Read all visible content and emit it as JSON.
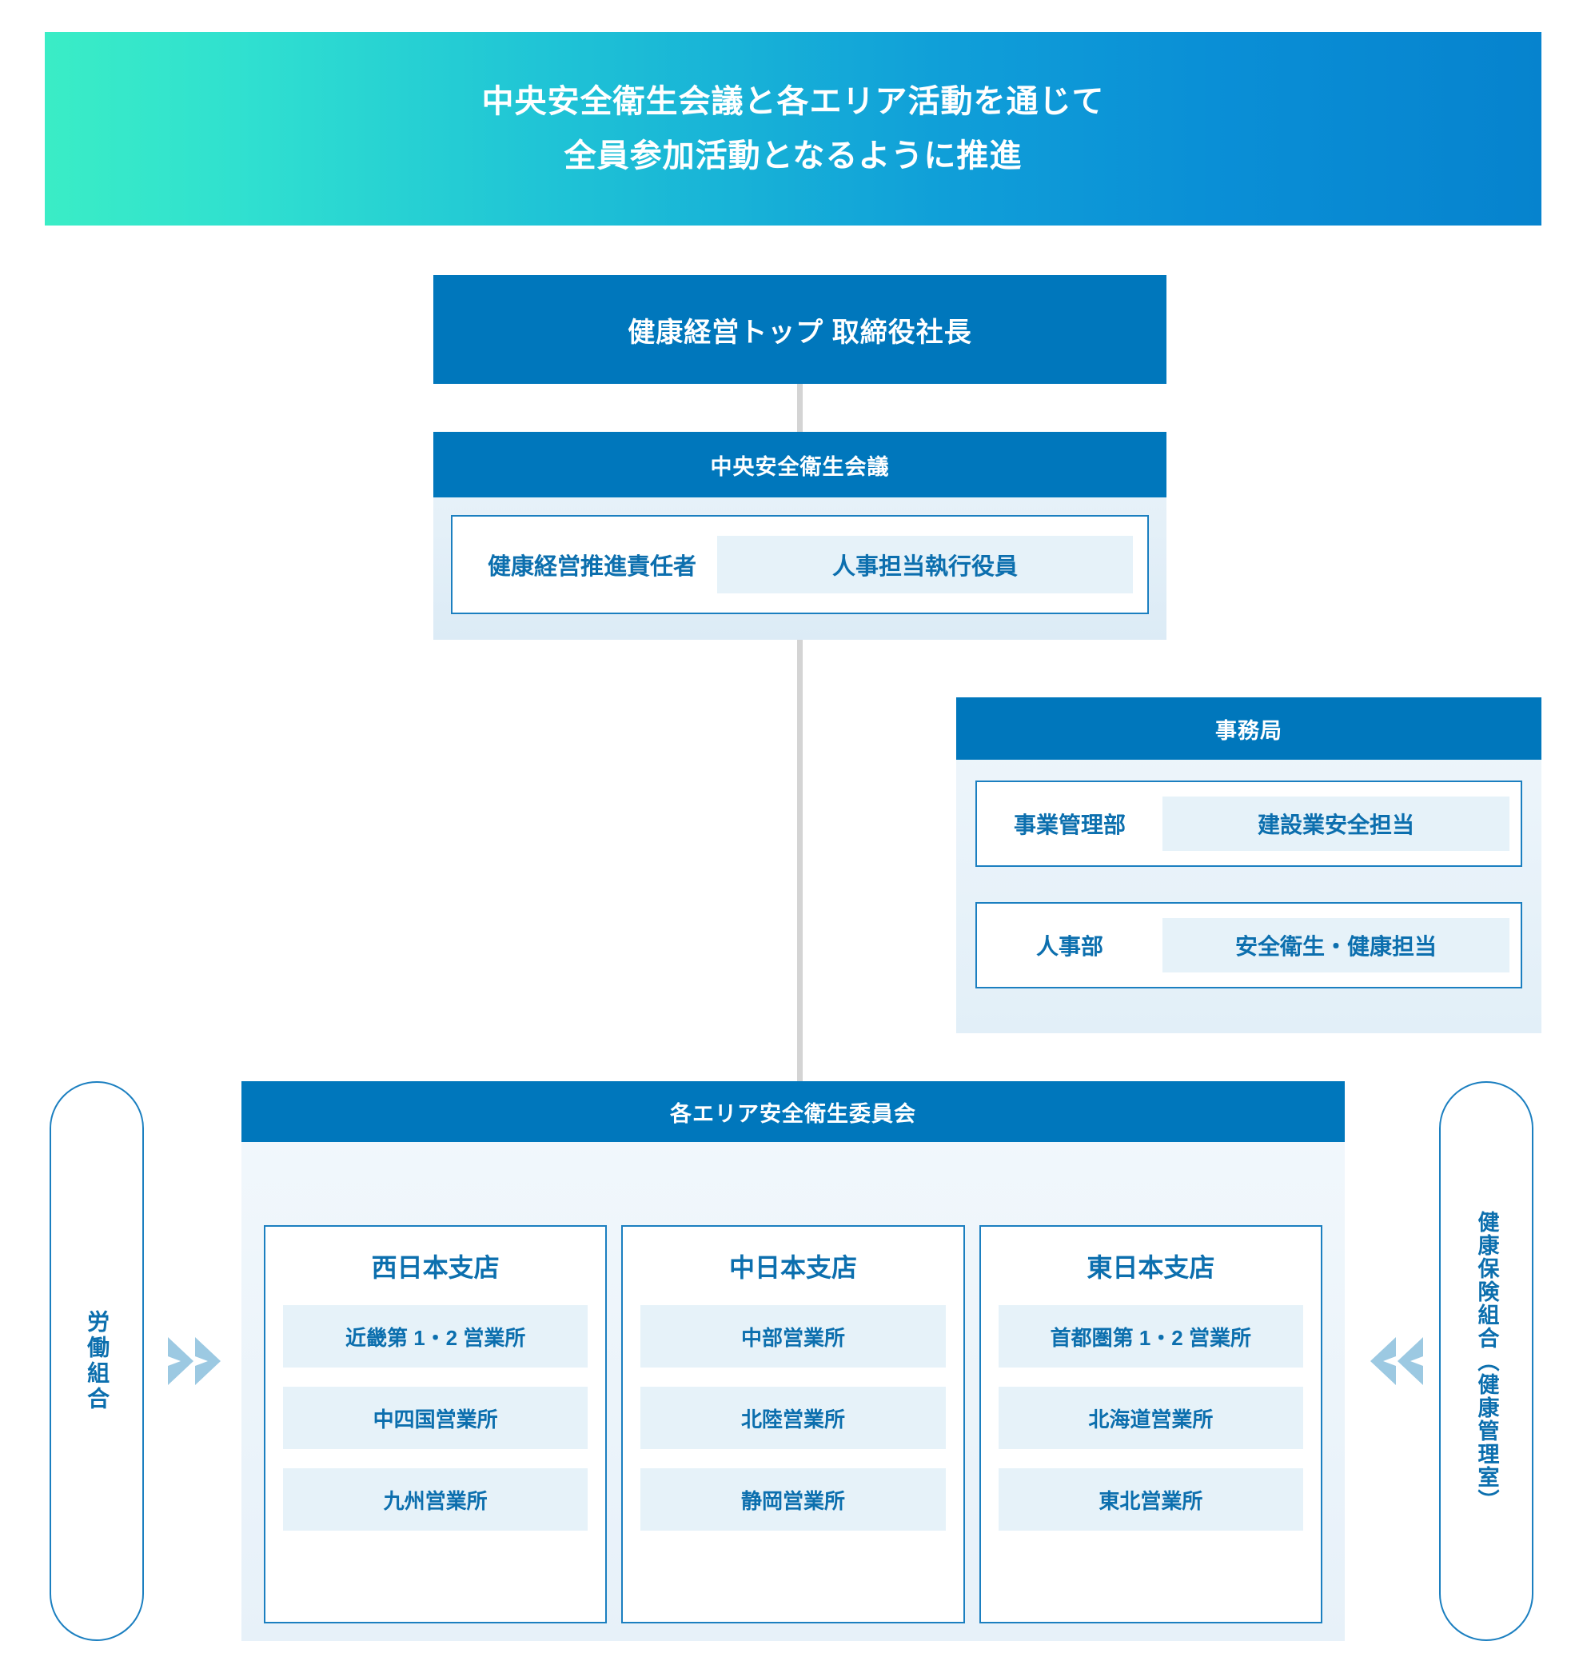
{
  "banner": {
    "line1": "中央安全衛生会議と各エリア活動を通じて",
    "line2": "全員参加活動となるように推進"
  },
  "top_node": {
    "label": "健康経営トップ 取締役社長"
  },
  "central_council": {
    "header": "中央安全衛生会議",
    "roles": [
      {
        "label": "健康経営推進責任者",
        "style": "plain"
      },
      {
        "label": "人事担当執行役員",
        "style": "chip"
      }
    ]
  },
  "secretariat": {
    "header": "事務局",
    "rows": [
      {
        "department": "事業管理部",
        "role": "建設業安全担当"
      },
      {
        "department": "人事部",
        "role": "安全衛生・健康担当"
      }
    ]
  },
  "area_committee": {
    "header": "各エリア安全衛生委員会",
    "branches": [
      {
        "name": "西日本支店",
        "offices": [
          "近畿第 1・2 営業所",
          "中四国営業所",
          "九州営業所"
        ]
      },
      {
        "name": "中日本支店",
        "offices": [
          "中部営業所",
          "北陸営業所",
          "静岡営業所"
        ]
      },
      {
        "name": "東日本支店",
        "offices": [
          "首都圏第 1・2 営業所",
          "北海道営業所",
          "東北営業所"
        ]
      }
    ]
  },
  "side_left": {
    "label": "労働組合",
    "arrow": "double-chevron-right-icon"
  },
  "side_right": {
    "label": "健康保険組合（健康管理室）",
    "arrow": "double-chevron-left-icon"
  },
  "colors": {
    "banner_gradient_start": "#3AEDC6",
    "banner_gradient_end": "#0683CE",
    "node_blue": "#0077BC",
    "text_blue": "#0C6FAE",
    "border_blue": "#1B7FC0",
    "chip_bg": "#E6F2F9",
    "panel_bg": "#E7F1F9",
    "connector_gray": "#D4D4D4",
    "arrow_blue": "#9CC9E2"
  }
}
